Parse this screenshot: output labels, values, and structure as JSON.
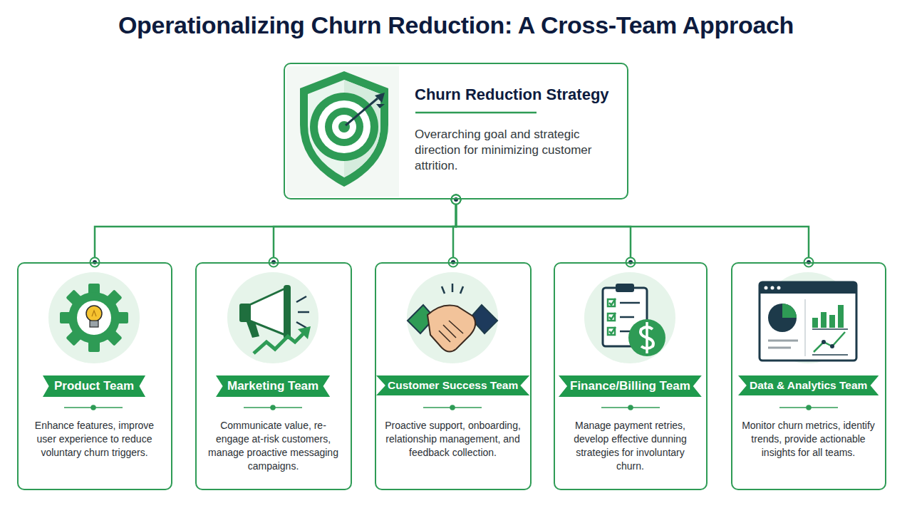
{
  "diagram": {
    "title": "Operationalizing Churn Reduction: A Cross-Team Approach",
    "nodes": [
      {
        "text": [
          "Churn Reduction Strategy",
          "Overarching goal and strategic direction for minimizing customer attrition."
        ]
      },
      {
        "text": [
          "Product Team",
          "Enhance features, improve user experience to reduce voluntary churn triggers."
        ]
      },
      {
        "text": [
          "Marketing Team",
          "Communicate value, re-engage at-risk customers, manage proactive messaging campaigns."
        ]
      },
      {
        "text": [
          "Customer Success Team",
          "Proactive support, onboarding, relationship management, and feedback collection."
        ]
      },
      {
        "text": [
          "Finance/Billing Team",
          "Manage payment retries, develop effective dunning strategies for involuntary churn."
        ]
      },
      {
        "text": [
          "Data & Analytics Team",
          "Monitor churn metrics, identify trends, provide actionable insights for all teams."
        ]
      }
    ],
    "edges": [
      {
        "from": 0,
        "to": 1,
        "arrow": "none"
      },
      {
        "from": 0,
        "to": 2,
        "arrow": "none"
      },
      {
        "from": 0,
        "to": 3,
        "arrow": "none"
      },
      {
        "from": 0,
        "to": 4,
        "arrow": "none"
      },
      {
        "from": 0,
        "to": 5,
        "arrow": "none"
      }
    ]
  }
}
